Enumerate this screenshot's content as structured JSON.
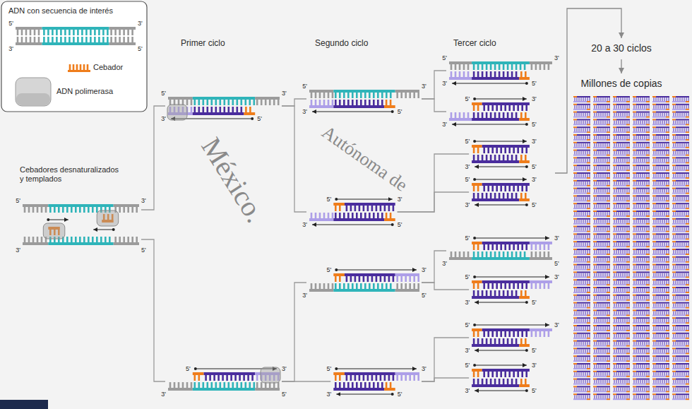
{
  "diagram": {
    "labels": [
      "Primer ciclo",
      "Segundo ciclo",
      "Tercer ciclo",
      "Cebadores desnaturalizados y templados",
      "20 a 30 ciclos",
      "Millones de copias",
      "México.",
      "Autónoma de",
      "5'",
      "3'",
      "3'",
      "5'",
      "5'",
      "3'",
      "3'",
      "5'",
      "5'",
      "3'",
      "3'",
      "5'",
      "5'",
      "3'",
      "3'",
      "5'",
      "5'",
      "3'",
      "3'",
      "5'",
      "5'",
      "3'",
      "3'",
      "5'",
      "5'",
      "3'",
      "3'",
      "5'",
      "5'",
      "3'",
      "3'",
      "5'",
      "5'",
      "3'",
      "3'",
      "5'",
      "5'",
      "3'",
      "3'",
      "5'",
      "5'",
      "3'",
      "3'",
      "5'",
      "5'",
      "3'",
      "3'",
      "5'",
      "5'",
      "3'",
      "3'",
      "5'",
      "5'",
      "3'",
      "3'",
      "5'",
      "5'",
      "3'",
      "3'",
      "5'",
      "5'",
      "3'",
      "3'",
      "5'"
    ],
    "legend": [
      {
        "text": "ADN con secuencia de interés"
      },
      {
        "text": "Cebador"
      },
      {
        "text": "ADN polimerasa"
      }
    ]
  }
}
